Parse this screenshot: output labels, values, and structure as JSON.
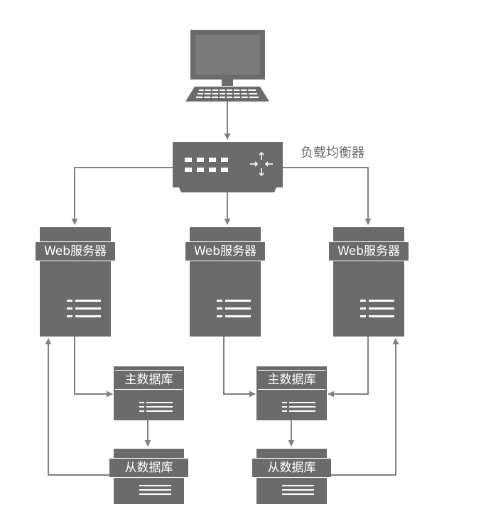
{
  "colors": {
    "box": "#6b6b6b",
    "line": "#808080",
    "screen": "#7a7a7a",
    "background": "#ffffff"
  },
  "computer": {
    "icon": "desktop-computer-icon"
  },
  "load_balancer": {
    "label": "负载均衡器",
    "icon": "router-switch-icon"
  },
  "web_servers": [
    {
      "label": "Web服务器"
    },
    {
      "label": "Web服务器"
    },
    {
      "label": "Web服务器"
    }
  ],
  "databases": {
    "left": {
      "master": "主数据库",
      "slave": "从数据库"
    },
    "right": {
      "master": "主数据库",
      "slave": "从数据库"
    }
  }
}
